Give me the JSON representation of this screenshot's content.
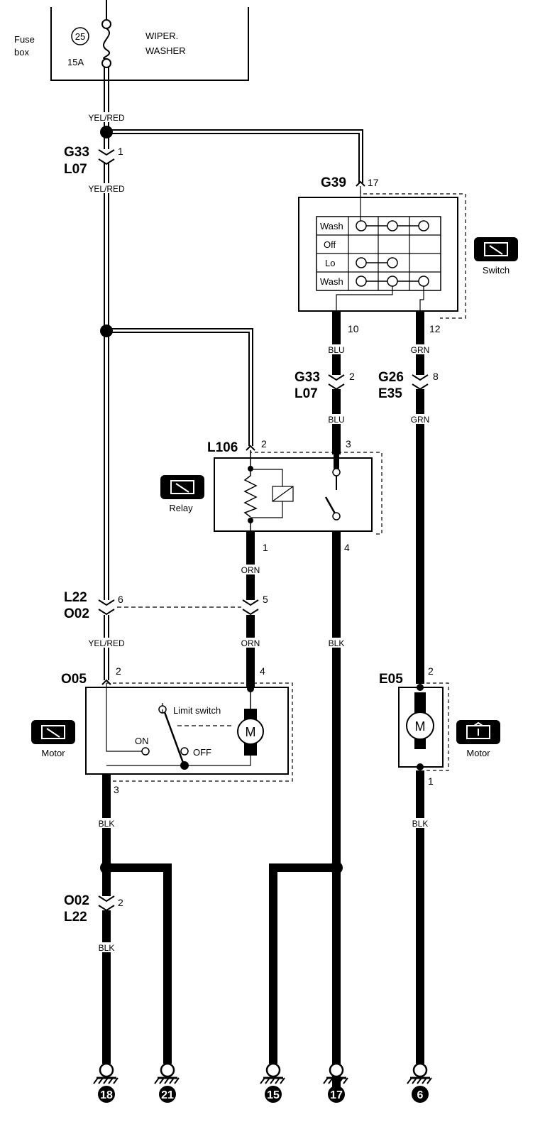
{
  "fuse_box": {
    "label_line1": "Fuse",
    "label_line2": "box",
    "fuse_number": "25",
    "fuse_rating": "15A",
    "circuit_line1": "WIPER.",
    "circuit_line2": "WASHER"
  },
  "wires": {
    "yel_red": "YEL/RED",
    "blu": "BLU",
    "grn": "GRN",
    "orn": "ORN",
    "blk": "BLK"
  },
  "connectors": {
    "c1": {
      "top": "G33",
      "bottom": "L07",
      "pin": "1"
    },
    "c2": {
      "top": "G33",
      "bottom": "L07",
      "pin": "2"
    },
    "c3": {
      "top": "G26",
      "bottom": "E35",
      "pin": "8"
    },
    "c4": {
      "top": "L22",
      "bottom": "O02",
      "pin": "6"
    },
    "c4b": {
      "pin": "5"
    },
    "c5": {
      "top": "O02",
      "bottom": "L22",
      "pin": "2"
    }
  },
  "switch": {
    "id": "G39",
    "pin_in": "17",
    "pin_blu": "10",
    "pin_grn": "12",
    "rows": [
      "Wash",
      "Off",
      "Lo",
      "Wash"
    ],
    "badge_label": "Switch",
    "icon": "windshield-switch-icon"
  },
  "relay": {
    "id": "L106",
    "pin_2": "2",
    "pin_3": "3",
    "pin_1": "1",
    "pin_4": "4",
    "badge_label": "Relay",
    "icon": "windshield-relay-icon"
  },
  "wiper_motor": {
    "id": "O05",
    "pin_2": "2",
    "pin_4": "4",
    "pin_3": "3",
    "limit_switch": "Limit switch",
    "on": "ON",
    "off": "OFF",
    "motor_letter": "M",
    "badge_label": "Motor",
    "icon": "windshield-motor-icon"
  },
  "washer_motor": {
    "id": "E05",
    "pin_2": "2",
    "pin_1": "1",
    "motor_letter": "M",
    "badge_label": "Motor",
    "icon": "washer-motor-icon"
  },
  "grounds": [
    "18",
    "21",
    "15",
    "17",
    "6"
  ]
}
